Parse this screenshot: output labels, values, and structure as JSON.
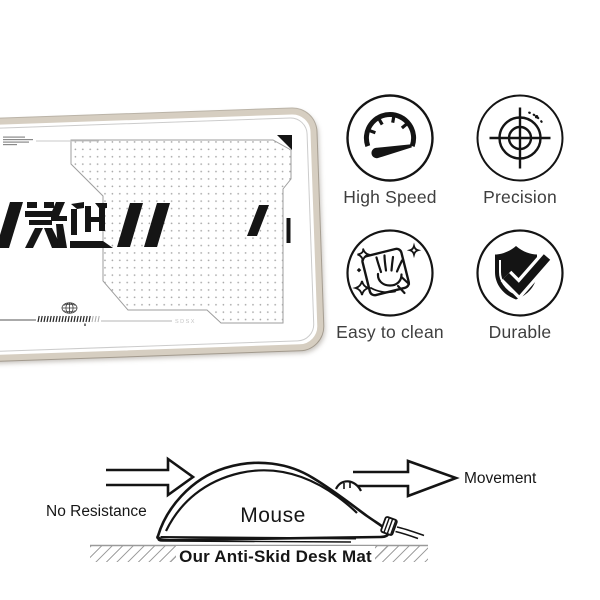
{
  "product_mat": {
    "welcome_text": "歡迎",
    "slash_marks": "///",
    "corner_brand": "SDSX"
  },
  "features": [
    {
      "label": "High Speed",
      "icon": "speedometer-icon"
    },
    {
      "label": "Precision",
      "icon": "crosshair-target-icon"
    },
    {
      "label": "Easy to clean",
      "icon": "wiping-hand-icon"
    },
    {
      "label": "Durable",
      "icon": "shield-check-icon"
    }
  ],
  "diagram": {
    "no_resistance_label": "No Resistance",
    "movement_label": "Movement",
    "mouse_label": "Mouse",
    "caption": "Our Anti-Skid Desk Mat"
  },
  "colors": {
    "ink": "#141414",
    "label_gray": "#3e3e3e",
    "mat_border": "#d6cec1",
    "dot_gray": "#a6a6a6",
    "hatch_gray": "#9a9a9a"
  }
}
